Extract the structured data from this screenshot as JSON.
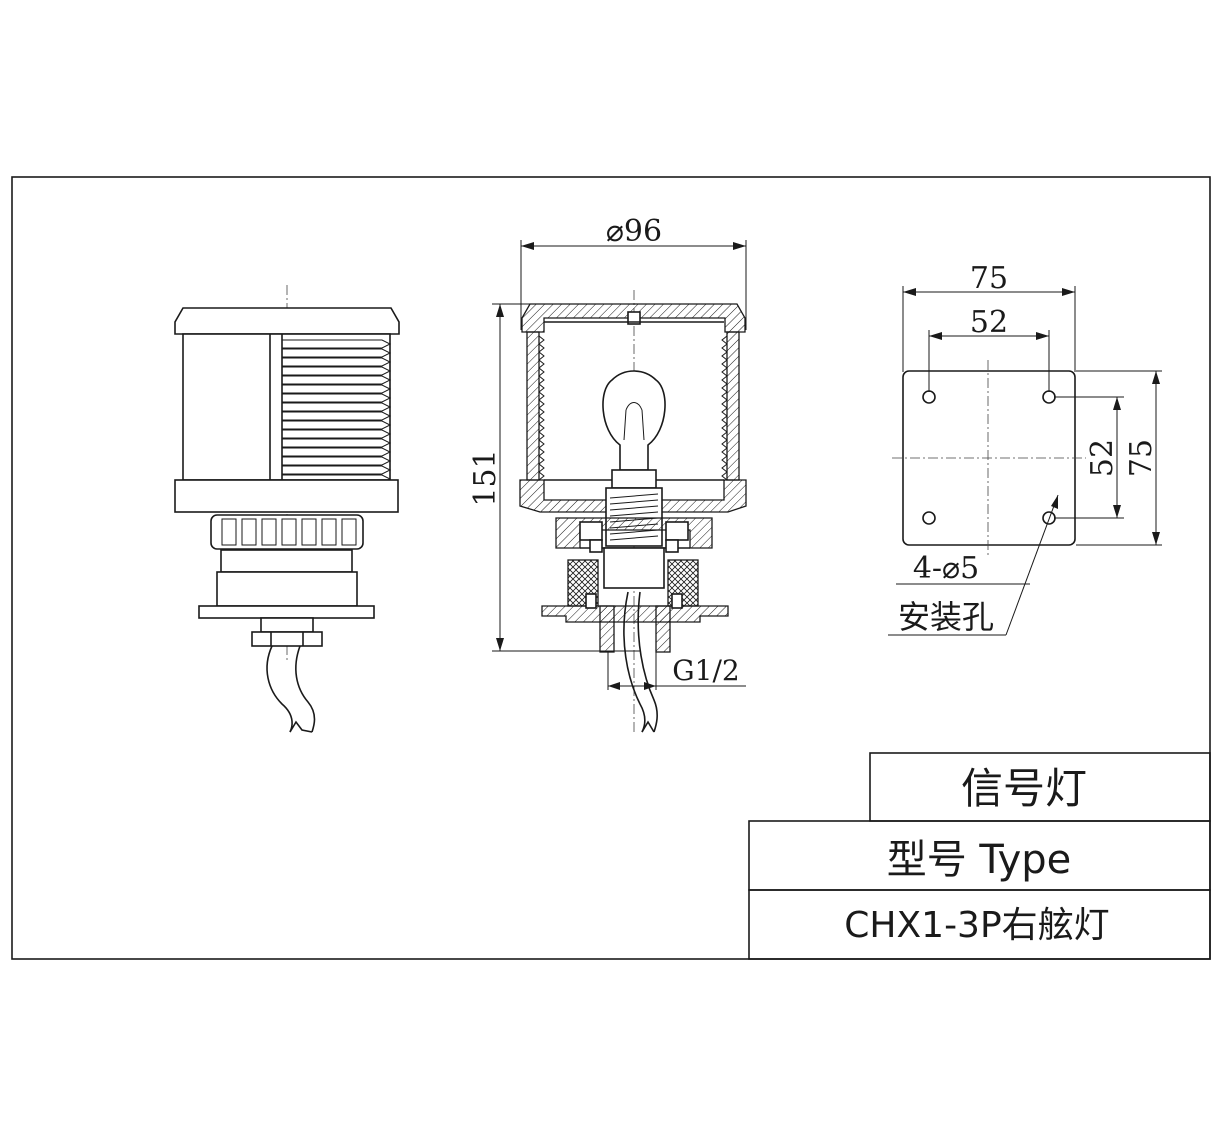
{
  "dimensions": {
    "diameter": "⌀96",
    "height": "151",
    "thread": "G1/2",
    "base_width_outer": "75",
    "base_width_inner": "52",
    "base_height_inner": "52",
    "base_height_outer": "75",
    "holes": "4-⌀5",
    "holes_label": "安装孔"
  },
  "title_block": {
    "name": "信号灯",
    "type_label": "型号 Type",
    "model": "CHX1-3P右舷灯"
  }
}
